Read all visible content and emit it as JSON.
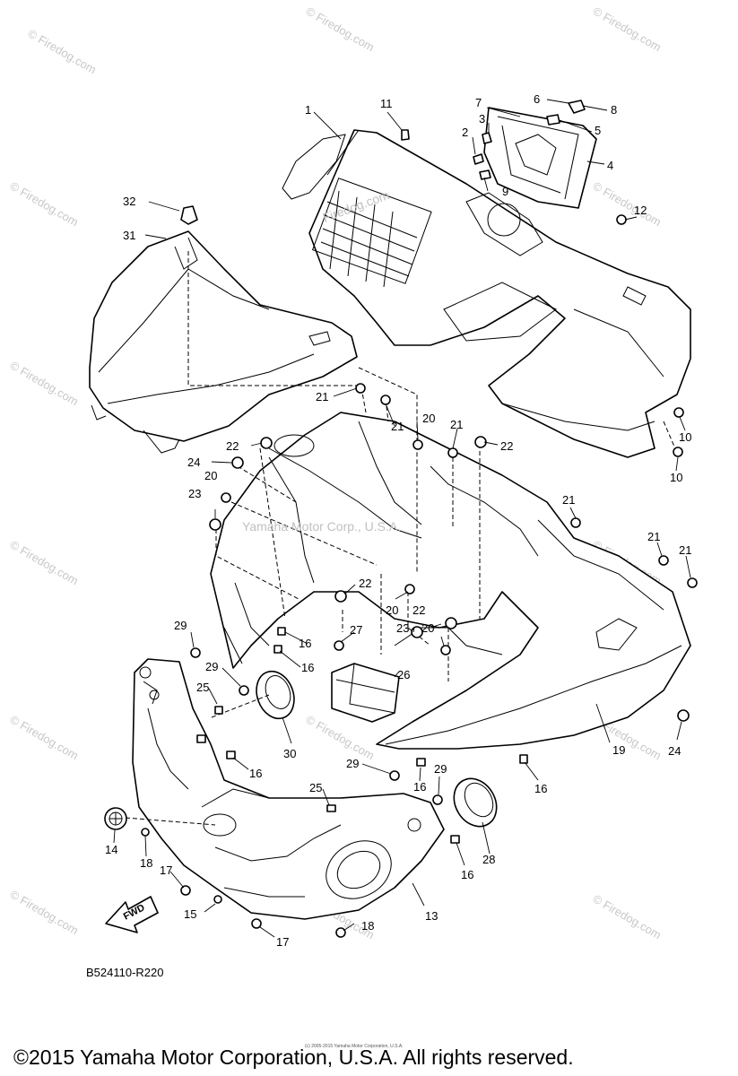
{
  "watermark": {
    "site": "© Firedog.com",
    "center_logo": "Firedog.com",
    "center_text": "Yamaha Motor Corp., U.S.A."
  },
  "fine_print": "(c) 2005-2015 Yamaha Motor Corporation, U.S.A.",
  "reference_code": "B524110-R220",
  "direction_label": "FWD",
  "copyright": "©2015 Yamaha Motor Corporation, U.S.A. All rights reserved.",
  "callouts": {
    "p1": "1",
    "p2": "2",
    "p3": "3",
    "p4": "4",
    "p5": "5",
    "p6": "6",
    "p7": "7",
    "p8": "8",
    "p9": "9",
    "p10a": "10",
    "p10b": "10",
    "p11": "11",
    "p12": "12",
    "p13": "13",
    "p14": "14",
    "p15": "15",
    "p16a": "16",
    "p16b": "16",
    "p16c": "16",
    "p16d": "16",
    "p16e": "16",
    "p16f": "16",
    "p17a": "17",
    "p17b": "17",
    "p18a": "18",
    "p18b": "18",
    "p19": "19",
    "p20a": "20",
    "p20b": "20",
    "p20c": "20",
    "p20d": "20",
    "p21a": "21",
    "p21b": "21",
    "p21c": "21",
    "p21d": "21",
    "p21e": "21",
    "p22a": "22",
    "p22b": "22",
    "p22c": "22",
    "p22d": "22",
    "p23a": "23",
    "p23b": "23",
    "p24a": "24",
    "p24b": "24",
    "p25a": "25",
    "p25b": "25",
    "p26": "26",
    "p27": "27",
    "p28": "28",
    "p29a": "29",
    "p29b": "29",
    "p29c": "29",
    "p29d": "29",
    "p30": "30",
    "p31": "31",
    "p32": "32"
  }
}
